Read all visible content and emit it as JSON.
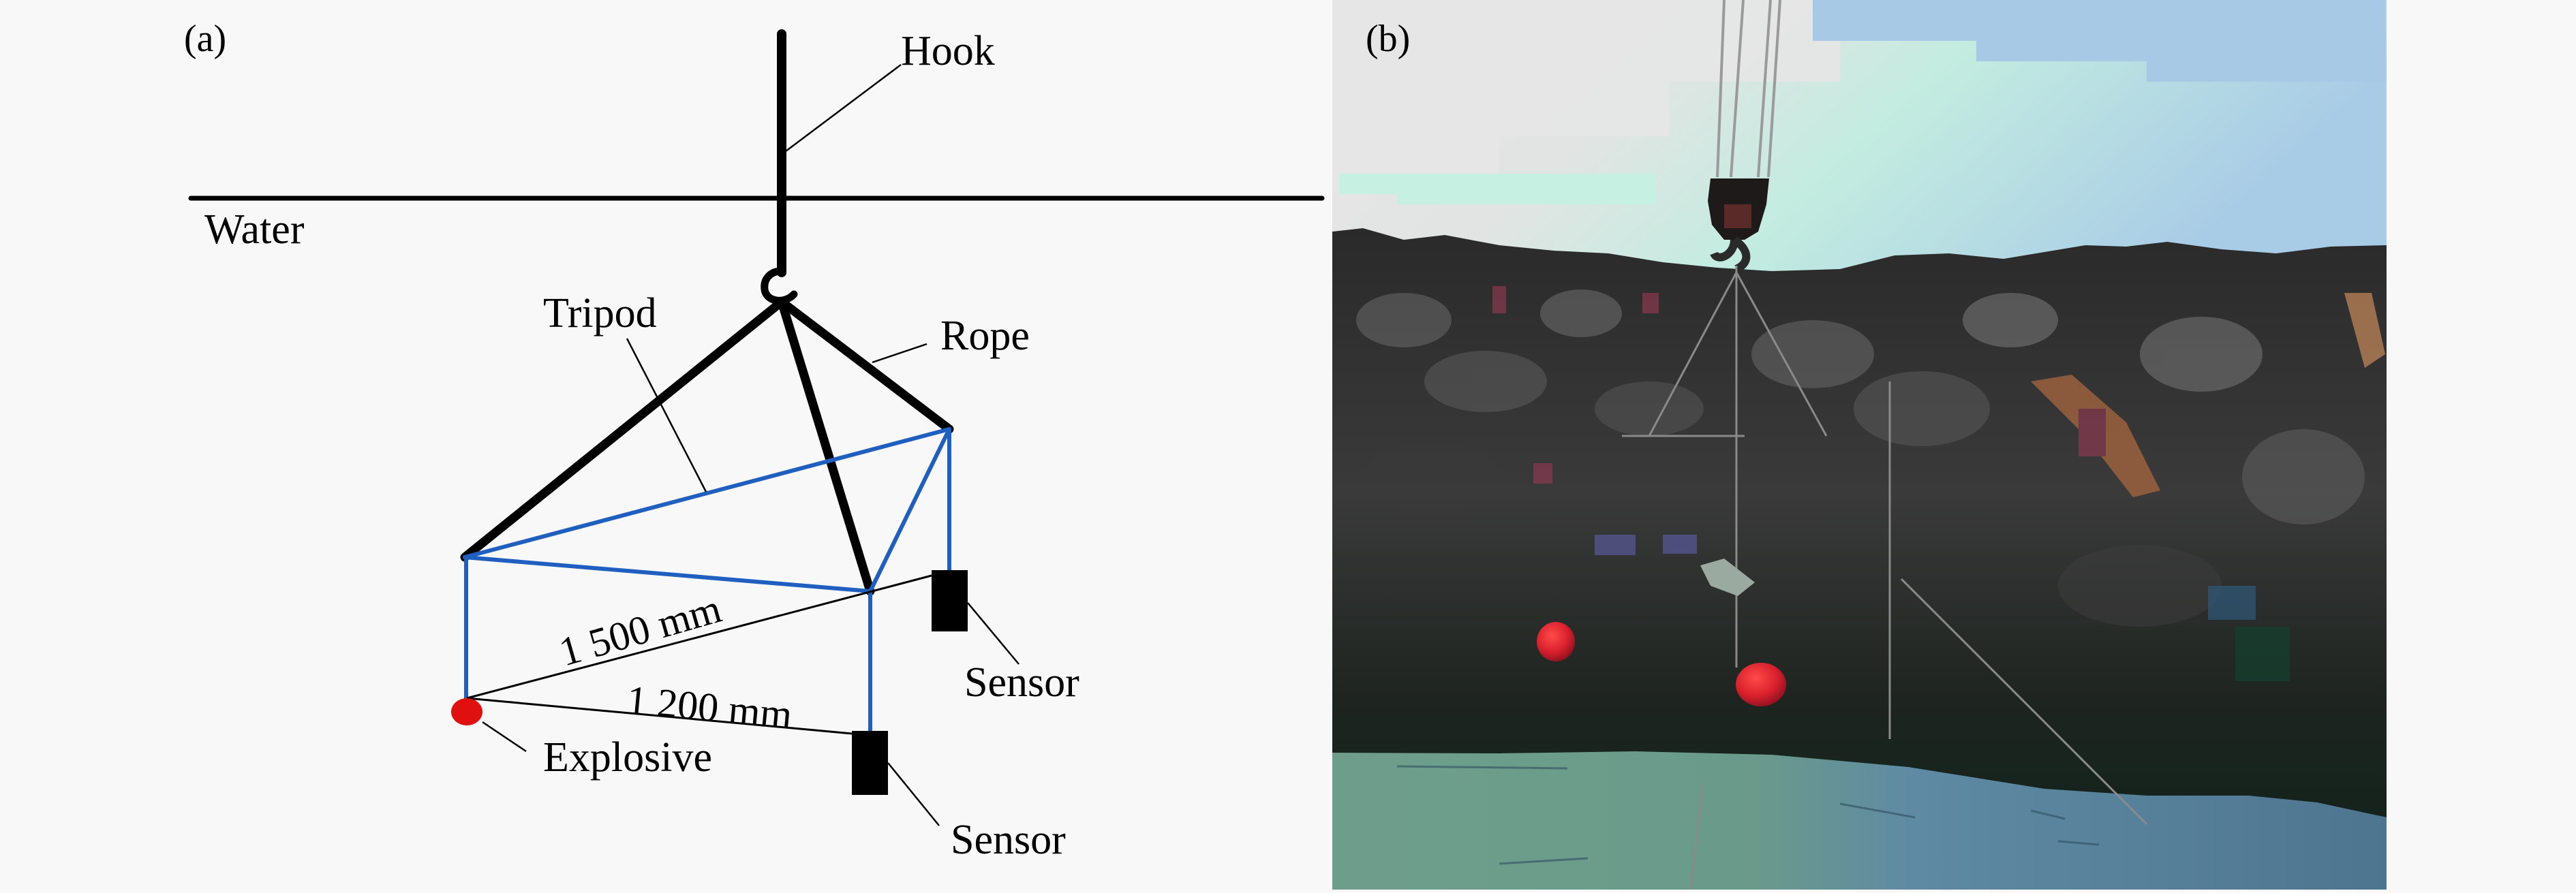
{
  "panel_a": {
    "label": "(a)",
    "labels": {
      "hook": "Hook",
      "water": "Water",
      "tripod": "Tripod",
      "rope": "Rope",
      "explosive": "Explosive",
      "sensor_upper": "Sensor",
      "sensor_lower": "Sensor"
    },
    "dimensions": {
      "explosive_to_upper_sensor": "1 500 mm",
      "explosive_to_lower_sensor": "1 200 mm"
    },
    "colors": {
      "line": "#000000",
      "tripod_frame": "#1f5fbf",
      "explosive": "#e01010",
      "sensor": "#000000"
    }
  },
  "panel_b": {
    "label": "(b)",
    "description": "Photograph of the tripod test rig lowered by crane hook into a quarry pond, with two red buoys",
    "colors": {
      "sky_blue": "#a7cbe6",
      "sky_mint": "#bfeadc",
      "sky_grey": "#e4e4e4",
      "rock_dark": "#1c1c1c",
      "rock_grey": "#5a5a5a",
      "water_green": "#6b9a89",
      "water_blue": "#52788f",
      "buoy_red": "#d8202c"
    }
  }
}
